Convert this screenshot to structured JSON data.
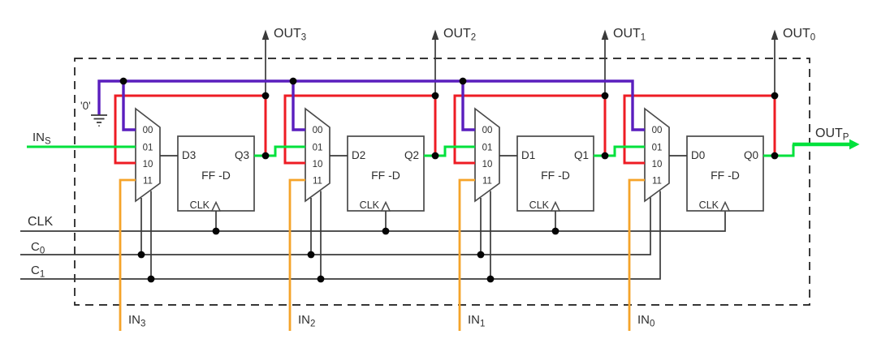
{
  "colors": {
    "wire-red": "#ee1c24",
    "wire-green": "#00e13c",
    "wire-purple": "#5a1ebe",
    "wire-orange": "#f5a42a",
    "wire-dark": "#3a3a3a",
    "box-stroke": "#4a4a4a",
    "text": "#2e2e2e",
    "dot": "#050505",
    "border-color": "#1a1a1a"
  },
  "ground_label": "'0'",
  "serial_in": {
    "main": "IN",
    "sub": "S"
  },
  "serial_out": {
    "main": "OUT",
    "sub": "P"
  },
  "rails": {
    "clk": "CLK",
    "c0": {
      "main": "C",
      "sub": "0"
    },
    "c1": {
      "main": "C",
      "sub": "1"
    }
  },
  "stages": [
    {
      "out": {
        "main": "OUT",
        "sub": "3"
      },
      "in": {
        "main": "IN",
        "sub": "3"
      },
      "mux": {
        "i00": "00",
        "i01": "01",
        "i10": "10",
        "i11": "11"
      },
      "ff": {
        "d": "D3",
        "q": "Q3",
        "name": "FF -D",
        "clk": "CLK"
      }
    },
    {
      "out": {
        "main": "OUT",
        "sub": "2"
      },
      "in": {
        "main": "IN",
        "sub": "2"
      },
      "mux": {
        "i00": "00",
        "i01": "01",
        "i10": "10",
        "i11": "11"
      },
      "ff": {
        "d": "D2",
        "q": "Q2",
        "name": "FF -D",
        "clk": "CLK"
      }
    },
    {
      "out": {
        "main": "OUT",
        "sub": "1"
      },
      "in": {
        "main": "IN",
        "sub": "1"
      },
      "mux": {
        "i00": "00",
        "i01": "01",
        "i10": "10",
        "i11": "11"
      },
      "ff": {
        "d": "D1",
        "q": "Q1",
        "name": "FF -D",
        "clk": "CLK"
      }
    },
    {
      "out": {
        "main": "OUT",
        "sub": "0"
      },
      "in": {
        "main": "IN",
        "sub": "0"
      },
      "mux": {
        "i00": "00",
        "i01": "01",
        "i10": "10",
        "i11": "11"
      },
      "ff": {
        "d": "D0",
        "q": "Q0",
        "name": "FF -D",
        "clk": "CLK"
      }
    }
  ]
}
